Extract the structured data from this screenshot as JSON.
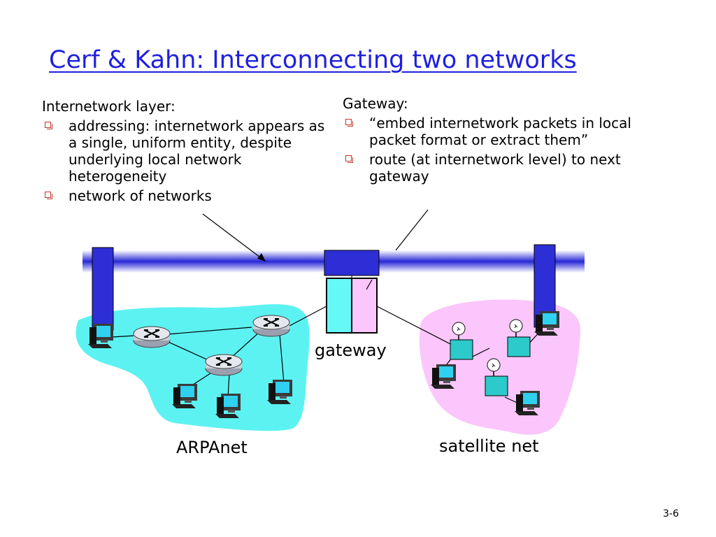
{
  "slide": {
    "title": "Cerf & Kahn: Interconnecting two networks",
    "page_number": "3-6"
  },
  "left_column": {
    "heading": "Internetwork layer:",
    "bullets": [
      "addressing: internetwork appears as a single, uniform entity, despite underlying local network heterogeneity",
      "network of networks"
    ]
  },
  "right_column": {
    "heading": "Gateway:",
    "bullets": [
      "“embed internetwork packets in local packet format or extract them”",
      "route (at internetwork level) to next gateway"
    ]
  },
  "diagram": {
    "labels": {
      "gateway": "gateway",
      "arpanet": "ARPAnet",
      "satellite_net": "satellite net"
    },
    "colors": {
      "bus": "#2828d6",
      "arpanet_cloud": "#5cf2f2",
      "satellite_cloud": "#fbc6fb",
      "gateway_left_half": "#66f7f7",
      "gateway_right_half": "#fbc6fb",
      "satellite_box": "#2ccaca",
      "router": "#d8dce6"
    }
  }
}
